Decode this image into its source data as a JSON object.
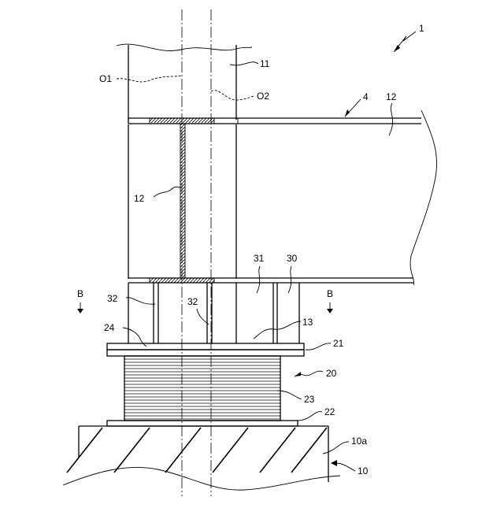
{
  "figure": {
    "labels": {
      "device": "1",
      "beam": "4",
      "beam_web": "12",
      "web_plate": "12",
      "column": "11",
      "axis_o1": "O1",
      "axis_o2": "O2",
      "section_b_left": "B",
      "section_b_right": "B",
      "stiffener_left": "32",
      "stiffener_mid": "32",
      "diaphragm": "31",
      "base_member": "30",
      "column_lower": "13",
      "lower_web": "24",
      "upper_plate": "21",
      "isolator": "20",
      "rubber_layers": "23",
      "lower_plate": "22",
      "foundation_top": "10a",
      "foundation": "10"
    },
    "arrows": [
      "down-arrow-left",
      "down-arrow-right"
    ]
  }
}
